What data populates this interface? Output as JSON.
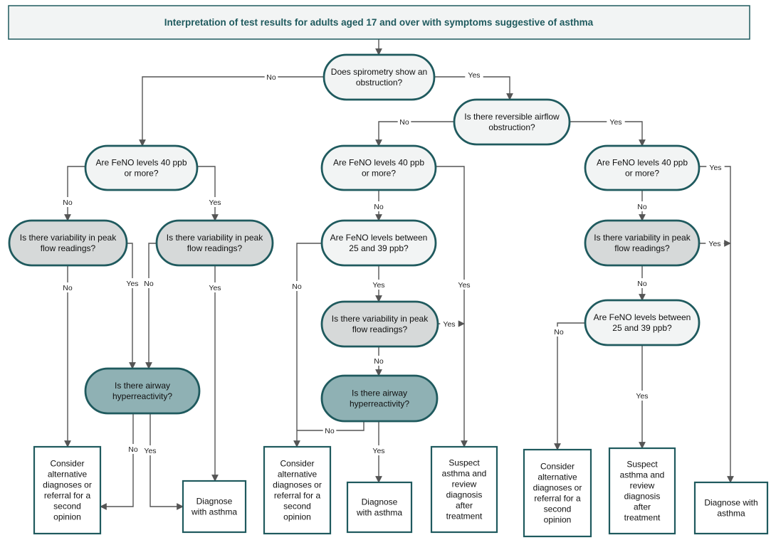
{
  "title": "Interpretation of test results for adults aged 17 and over with symptoms suggestive of asthma",
  "colors": {
    "teal": "#1f5a5e",
    "light_fill": "#f2f4f4",
    "grey_fill": "#d6d9d9",
    "dark_fill": "#8fb1b4"
  },
  "nodes": {
    "spiro": {
      "lines": [
        "Does spirometry show an",
        "obstruction?"
      ],
      "style": "light"
    },
    "reversible": {
      "lines": [
        "Is there reversible airflow",
        "obstruction?"
      ],
      "style": "light"
    },
    "feno_a": {
      "lines": [
        "Are FeNO levels 40 ppb",
        "or more?"
      ],
      "style": "light"
    },
    "pf_a": {
      "lines": [
        "Is there variability in peak",
        "flow readings?"
      ],
      "style": "grey"
    },
    "pf_b": {
      "lines": [
        "Is there variability in peak",
        "flow readings?"
      ],
      "style": "grey"
    },
    "ahr_a": {
      "lines": [
        "Is there airway",
        "hyperreactivity?"
      ],
      "style": "dark"
    },
    "alt_a": {
      "lines": [
        "Consider",
        "alternative",
        "diagnoses or",
        "referral for a",
        "second",
        "opinion"
      ],
      "style": "box"
    },
    "diag_a": {
      "lines": [
        "Diagnose",
        "with asthma"
      ],
      "style": "box"
    },
    "feno_b": {
      "lines": [
        "Are FeNO levels 40 ppb",
        "or more?"
      ],
      "style": "light"
    },
    "feno_b2": {
      "lines": [
        "Are FeNO levels between",
        "25 and 39 ppb?"
      ],
      "style": "light"
    },
    "pf_c": {
      "lines": [
        "Is there variability in peak",
        "flow readings?"
      ],
      "style": "grey"
    },
    "ahr_b": {
      "lines": [
        "Is there airway",
        "hyperreactivity?"
      ],
      "style": "dark"
    },
    "alt_b": {
      "lines": [
        "Consider",
        "alternative",
        "diagnoses or",
        "referral for a",
        "second",
        "opinion"
      ],
      "style": "box"
    },
    "diag_b": {
      "lines": [
        "Diagnose",
        "with asthma"
      ],
      "style": "box"
    },
    "suspect_b": {
      "lines": [
        "Suspect",
        "asthma and",
        "review",
        "diagnosis",
        "after",
        "treatment"
      ],
      "style": "box"
    },
    "feno_c": {
      "lines": [
        "Are FeNO levels 40 ppb",
        "or more?"
      ],
      "style": "light"
    },
    "pf_d": {
      "lines": [
        "Is there variability in peak",
        "flow readings?"
      ],
      "style": "grey"
    },
    "feno_c2": {
      "lines": [
        "Are FeNO levels between",
        "25 and 39 ppb?"
      ],
      "style": "light"
    },
    "alt_c": {
      "lines": [
        "Consider",
        "alternative",
        "diagnoses or",
        "referral for a",
        "second",
        "opinion"
      ],
      "style": "box"
    },
    "suspect_c": {
      "lines": [
        "Suspect",
        "asthma and",
        "review",
        "diagnosis",
        "after",
        "treatment"
      ],
      "style": "box"
    },
    "diag_c": {
      "lines": [
        "Diagnose with",
        "asthma"
      ],
      "style": "box"
    }
  },
  "edge_labels": {
    "spiro_no": "No",
    "spiro_yes": "Yes",
    "rev_no": "No",
    "rev_yes": "Yes",
    "feno_a_no": "No",
    "feno_a_yes": "Yes",
    "pf_a_no": "No",
    "pf_a_yes": "Yes",
    "pf_b_no": "No",
    "pf_b_yes": "Yes",
    "ahr_a_no": "No",
    "ahr_a_yes": "Yes",
    "feno_b_no": "No",
    "feno_b_yes": "Yes",
    "feno_b2_no": "No",
    "feno_b2_yes": "Yes",
    "pf_c_yes": "Yes",
    "pf_c_no": "No",
    "ahr_b_no": "No",
    "ahr_b_yes": "Yes",
    "feno_c_yes": "Yes",
    "feno_c_no": "No",
    "pf_d_yes": "Yes",
    "pf_d_no": "No",
    "feno_c2_no": "No",
    "feno_c2_yes": "Yes"
  }
}
